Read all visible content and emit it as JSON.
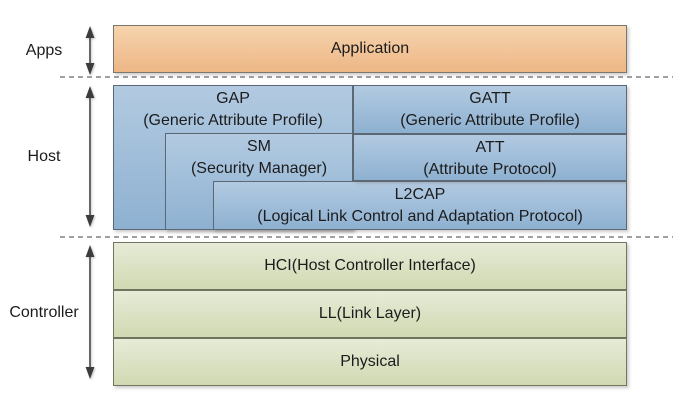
{
  "labels": {
    "apps": "Apps",
    "host": "Host",
    "controller": "Controller"
  },
  "boxes": {
    "application": {
      "title": "Application"
    },
    "gap": {
      "title": "GAP",
      "subtitle": "(Generic Attribute Profile)"
    },
    "gatt": {
      "title": "GATT",
      "subtitle": "(Generic Attribute Profile)"
    },
    "sm": {
      "title": "SM",
      "subtitle": "(Security Manager)"
    },
    "att": {
      "title": "ATT",
      "subtitle": "(Attribute Protocol)"
    },
    "l2cap": {
      "title": "L2CAP",
      "subtitle": "(Logical Link Control and Adaptation Protocol)"
    },
    "hci": {
      "title": "HCI(Host Controller Interface)"
    },
    "ll": {
      "title": "LL(Link Layer)"
    },
    "physical": {
      "title": "Physical"
    }
  },
  "colors": {
    "apps_fill_top": "#f6d4ae",
    "apps_fill_bottom": "#edb685",
    "apps_border": "#7d766c",
    "host_fill_top": "#b2cae1",
    "host_fill_bottom": "#8eb1d1",
    "host_border": "#5c6874",
    "controller_fill_top": "#e7ebd8",
    "controller_fill_bottom": "#d0d9b1",
    "controller_border": "#70755f",
    "arrow": "#3c3c3c",
    "dashed_line": "#a0a0a0",
    "text": "#1c1c1c",
    "bg": "#ffffff"
  }
}
